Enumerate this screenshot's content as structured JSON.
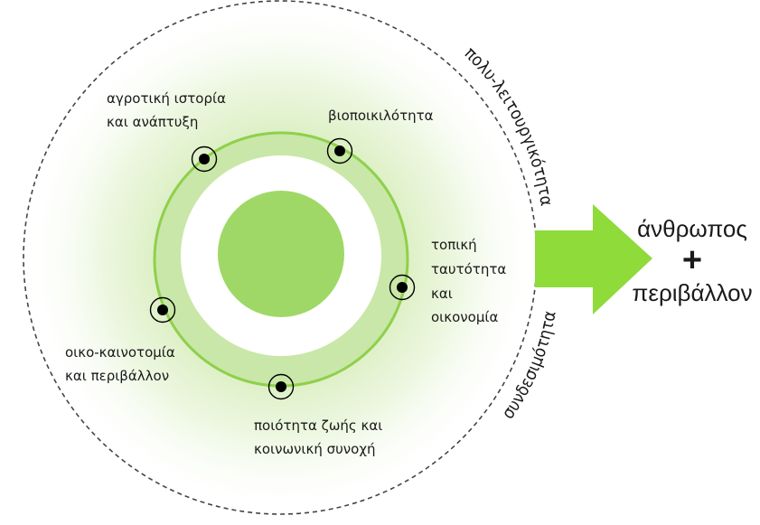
{
  "diagram": {
    "nodes": [
      {
        "id": "agri",
        "lines": [
          "αγροτική ιστορία",
          "και ανάπτυξη"
        ]
      },
      {
        "id": "bio",
        "lines": [
          "βιοποικιλότητα"
        ]
      },
      {
        "id": "local",
        "lines": [
          "τοπική",
          "ταυτότητα",
          "και",
          "οικονομία"
        ]
      },
      {
        "id": "quality",
        "lines": [
          "ποιότητα ζωής και",
          "κοινωνική συνοχή"
        ]
      },
      {
        "id": "eco",
        "lines": [
          "οικο-καινοτομία",
          "και περιβάλλον"
        ]
      }
    ],
    "arc_labels": {
      "top": "πολυ-λειτουργικότητα",
      "bottom": "συνδεσιμότητα"
    },
    "output": {
      "line1": "άνθρωπος",
      "plus": "+",
      "line2": "περιβάλλον"
    },
    "colors": {
      "accent": "#8ed13e",
      "ring": "#8fd04a",
      "core": "#9fd866",
      "halo": "#dff0c8",
      "arrow": "#8edb3a",
      "dashed": "#444444",
      "dot": "#000000"
    }
  }
}
